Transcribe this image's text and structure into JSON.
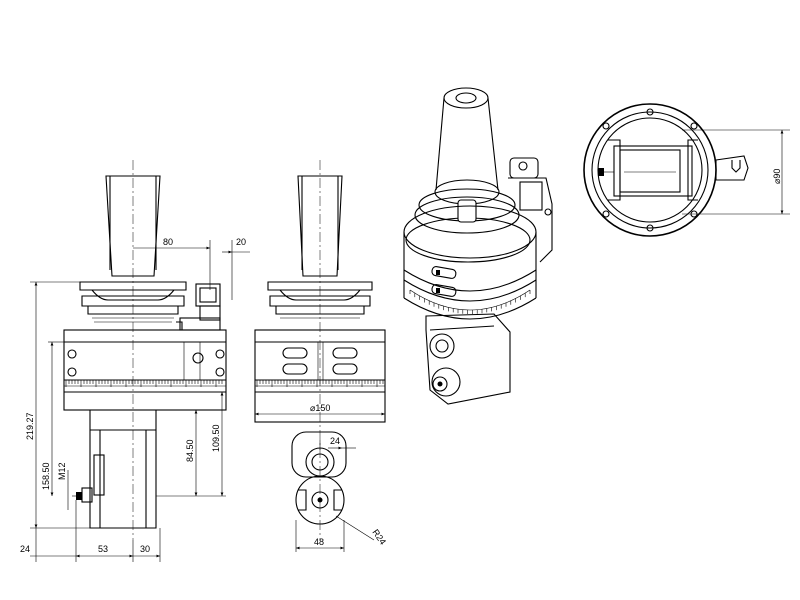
{
  "dimensions": {
    "d80": "80",
    "d20": "20",
    "d219": "219.27",
    "d158": "158.50",
    "dM12": "M12",
    "d84": "84.50",
    "d109": "109.50",
    "d24left": "24",
    "d53": "53",
    "d30": "30",
    "d150": "⌀150",
    "d24mid": "24",
    "d48": "48",
    "dR24": "R24",
    "d90": "⌀90"
  }
}
